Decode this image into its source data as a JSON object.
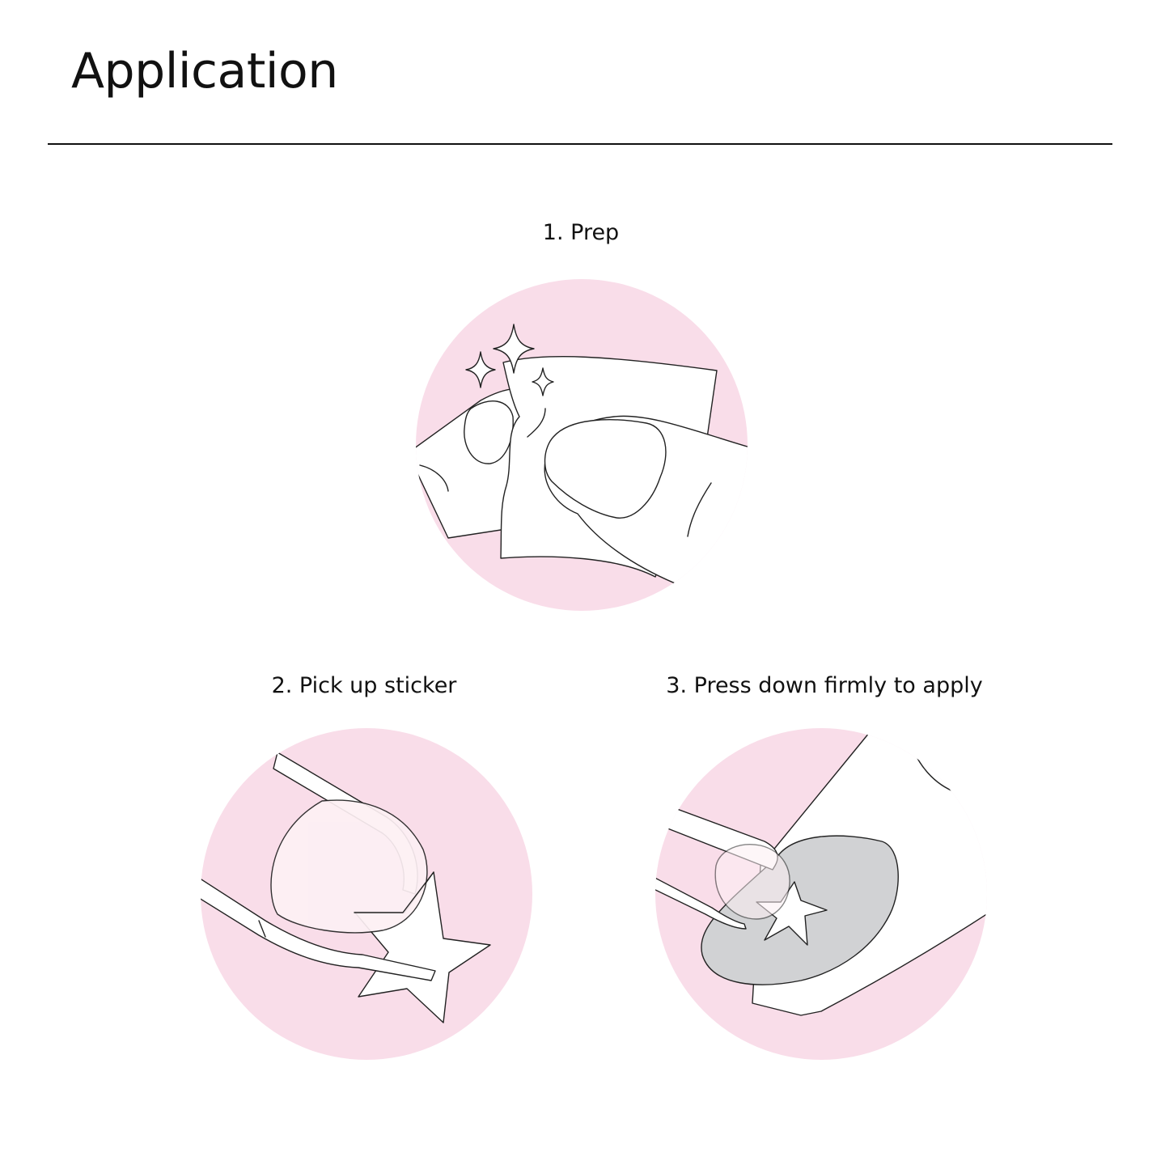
{
  "title": "Application",
  "steps": [
    {
      "label": "1. Prep"
    },
    {
      "label": "2. Pick up sticker"
    },
    {
      "label": "3. Press down firmly to apply"
    }
  ],
  "colors": {
    "background": "#ffffff",
    "circle_pink": "#f9dde9",
    "sticker_pink": "#fdf0f4",
    "nail_gray": "#d1d2d4",
    "line": "#222222"
  },
  "icons": [
    "sparkle-icon",
    "wipe-pad-icon",
    "tweezers-icon",
    "star-sticker-icon",
    "finger-nail-icon"
  ]
}
